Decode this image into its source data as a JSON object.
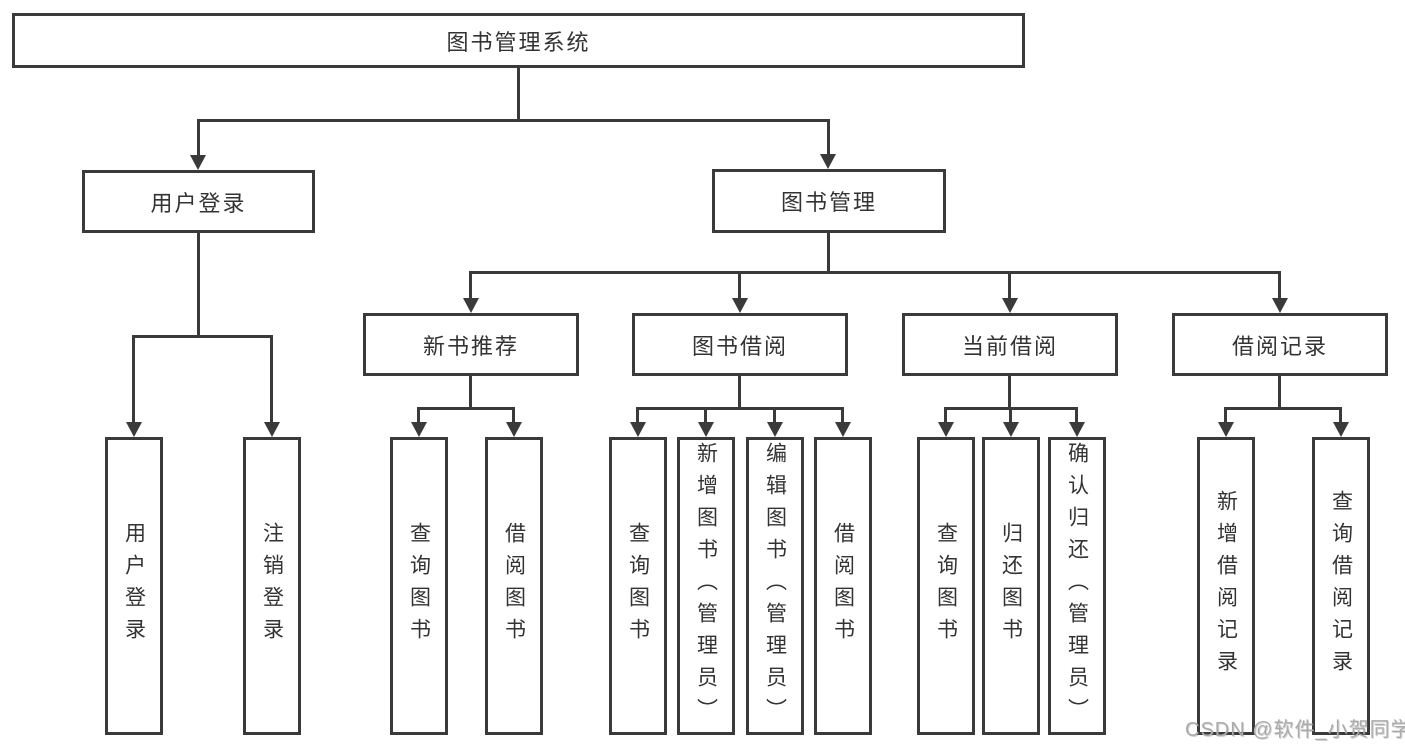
{
  "colors": {
    "line": "#3a3a3a",
    "text": "#333333",
    "watermark": "#ababab",
    "background": "#ffffff"
  },
  "watermark": {
    "text": "CSDN @软件_小贺同学"
  },
  "tree": {
    "root": {
      "label": "图书管理系统",
      "children": [
        {
          "label": "用户登录",
          "children": [
            {
              "label": "用户登录"
            },
            {
              "label": "注销登录"
            }
          ]
        },
        {
          "label": "图书管理",
          "children": [
            {
              "label": "新书推荐",
              "children": [
                {
                  "label": "查询图书"
                },
                {
                  "label": "借阅图书"
                }
              ]
            },
            {
              "label": "图书借阅",
              "children": [
                {
                  "label": "查询图书"
                },
                {
                  "label": "新增图书（管理员）"
                },
                {
                  "label": "编辑图书（管理员）"
                },
                {
                  "label": "借阅图书"
                }
              ]
            },
            {
              "label": "当前借阅",
              "children": [
                {
                  "label": "查询图书"
                },
                {
                  "label": "归还图书"
                },
                {
                  "label": "确认归还（管理员）"
                }
              ]
            },
            {
              "label": "借阅记录",
              "children": [
                {
                  "label": "新增借阅记录"
                },
                {
                  "label": "查询借阅记录"
                }
              ]
            }
          ]
        }
      ]
    }
  }
}
